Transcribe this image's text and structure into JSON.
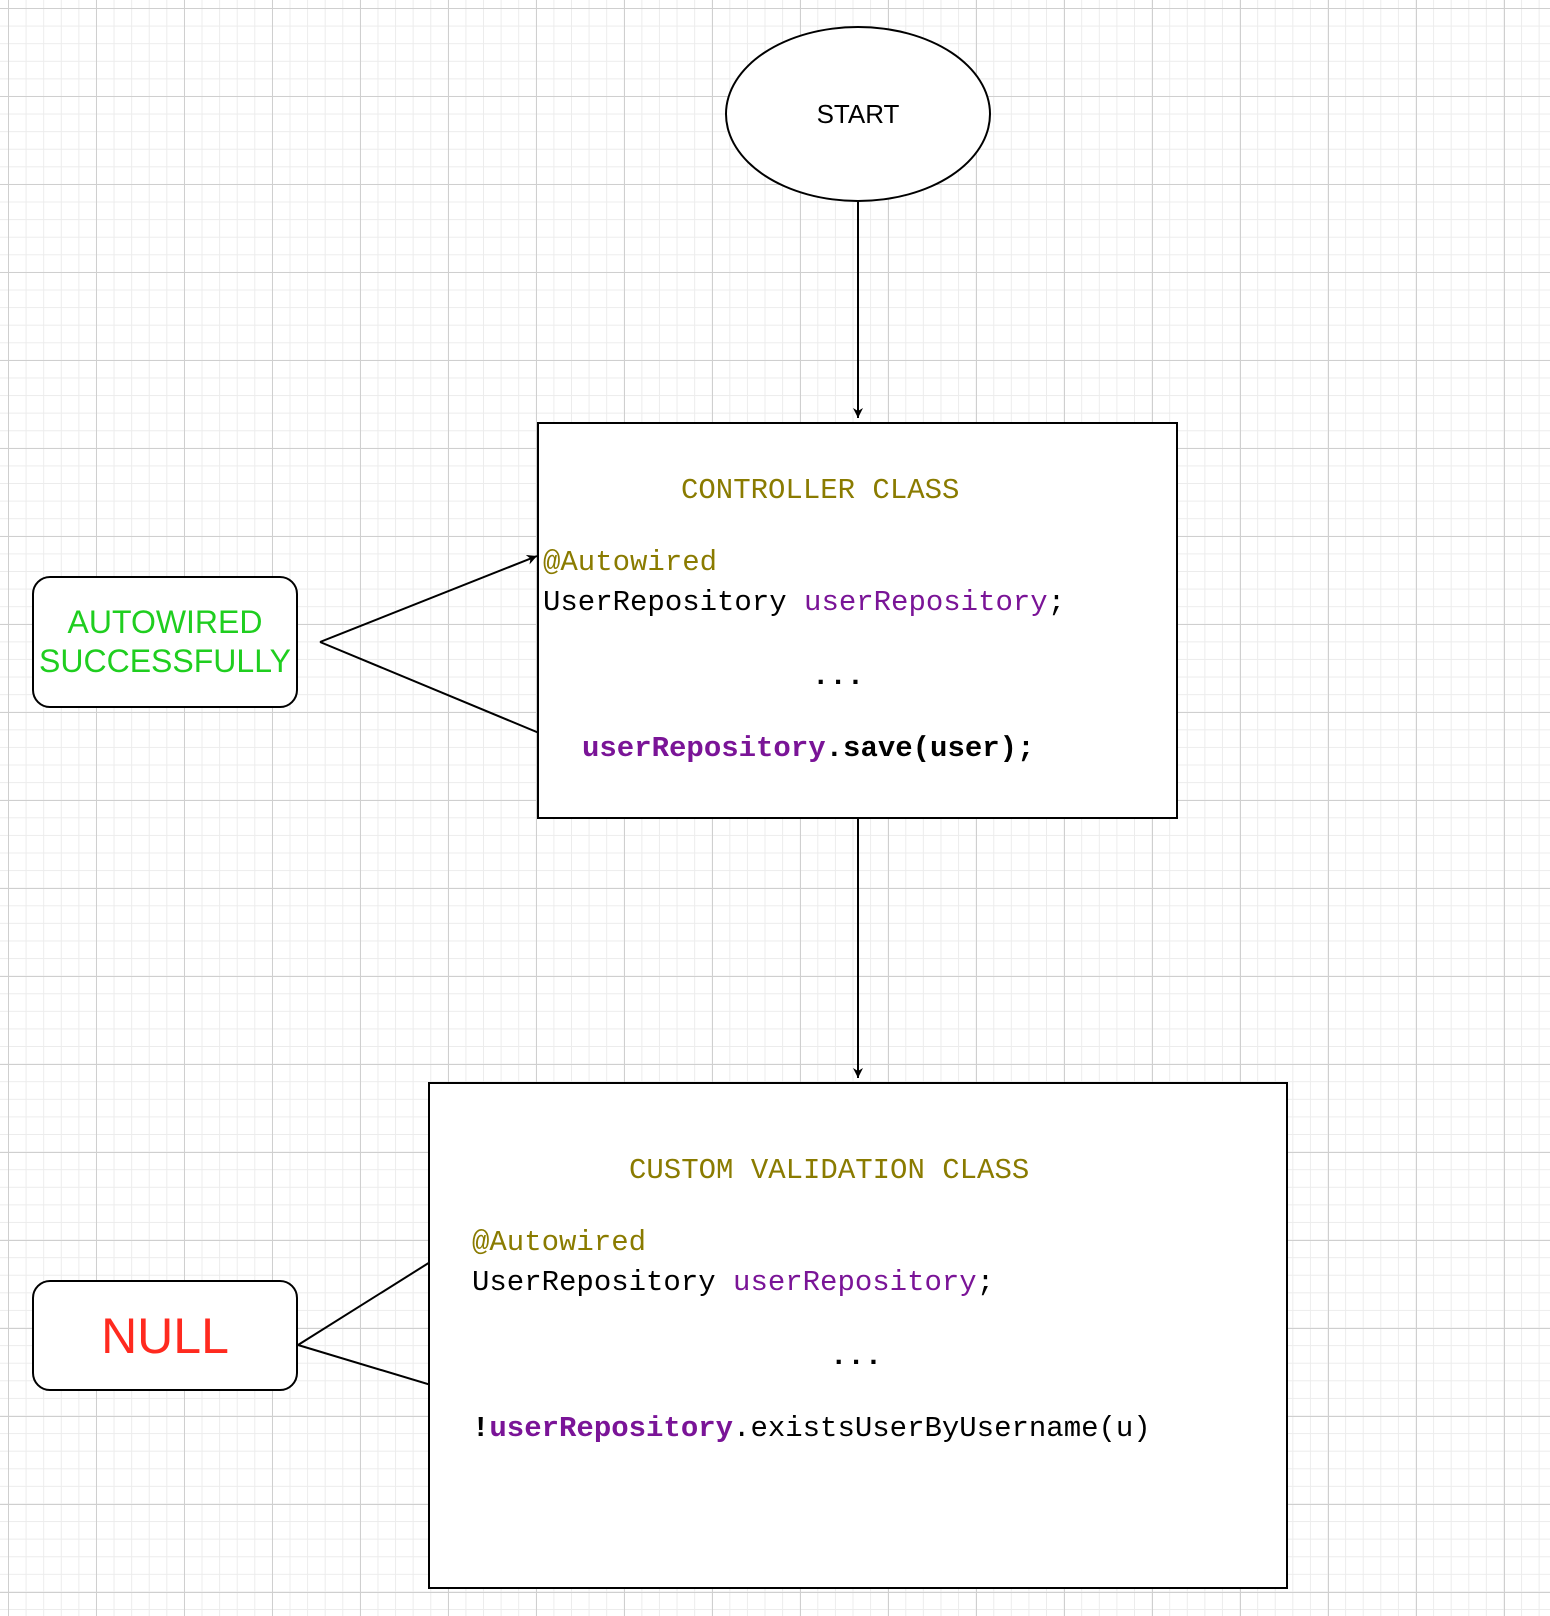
{
  "start": {
    "label": "START"
  },
  "controller": {
    "title": "CONTROLLER CLASS",
    "annotation": "@Autowired",
    "type_name": "UserRepository ",
    "field_name": "userRepository",
    "semicolon": ";",
    "ellipsis": "...",
    "call_object": "userRepository",
    "call_method": ".save(user);"
  },
  "validation": {
    "title": "CUSTOM VALIDATION CLASS",
    "annotation": "@Autowired",
    "type_name": "UserRepository ",
    "field_name": "userRepository",
    "semicolon": ";",
    "ellipsis": "...",
    "call_prefix": "!",
    "call_object": "userRepository",
    "call_method": ".existsUserByUsername(u)"
  },
  "autowired_status": {
    "line1": "AUTOWIRED",
    "line2": "SUCCESSFULLY",
    "color": "#1fce1f"
  },
  "null_status": {
    "label": "NULL",
    "color": "#ff2a1f"
  },
  "colors": {
    "keyword_olive": "#8a7b00",
    "identifier_purple": "#7a1497"
  }
}
